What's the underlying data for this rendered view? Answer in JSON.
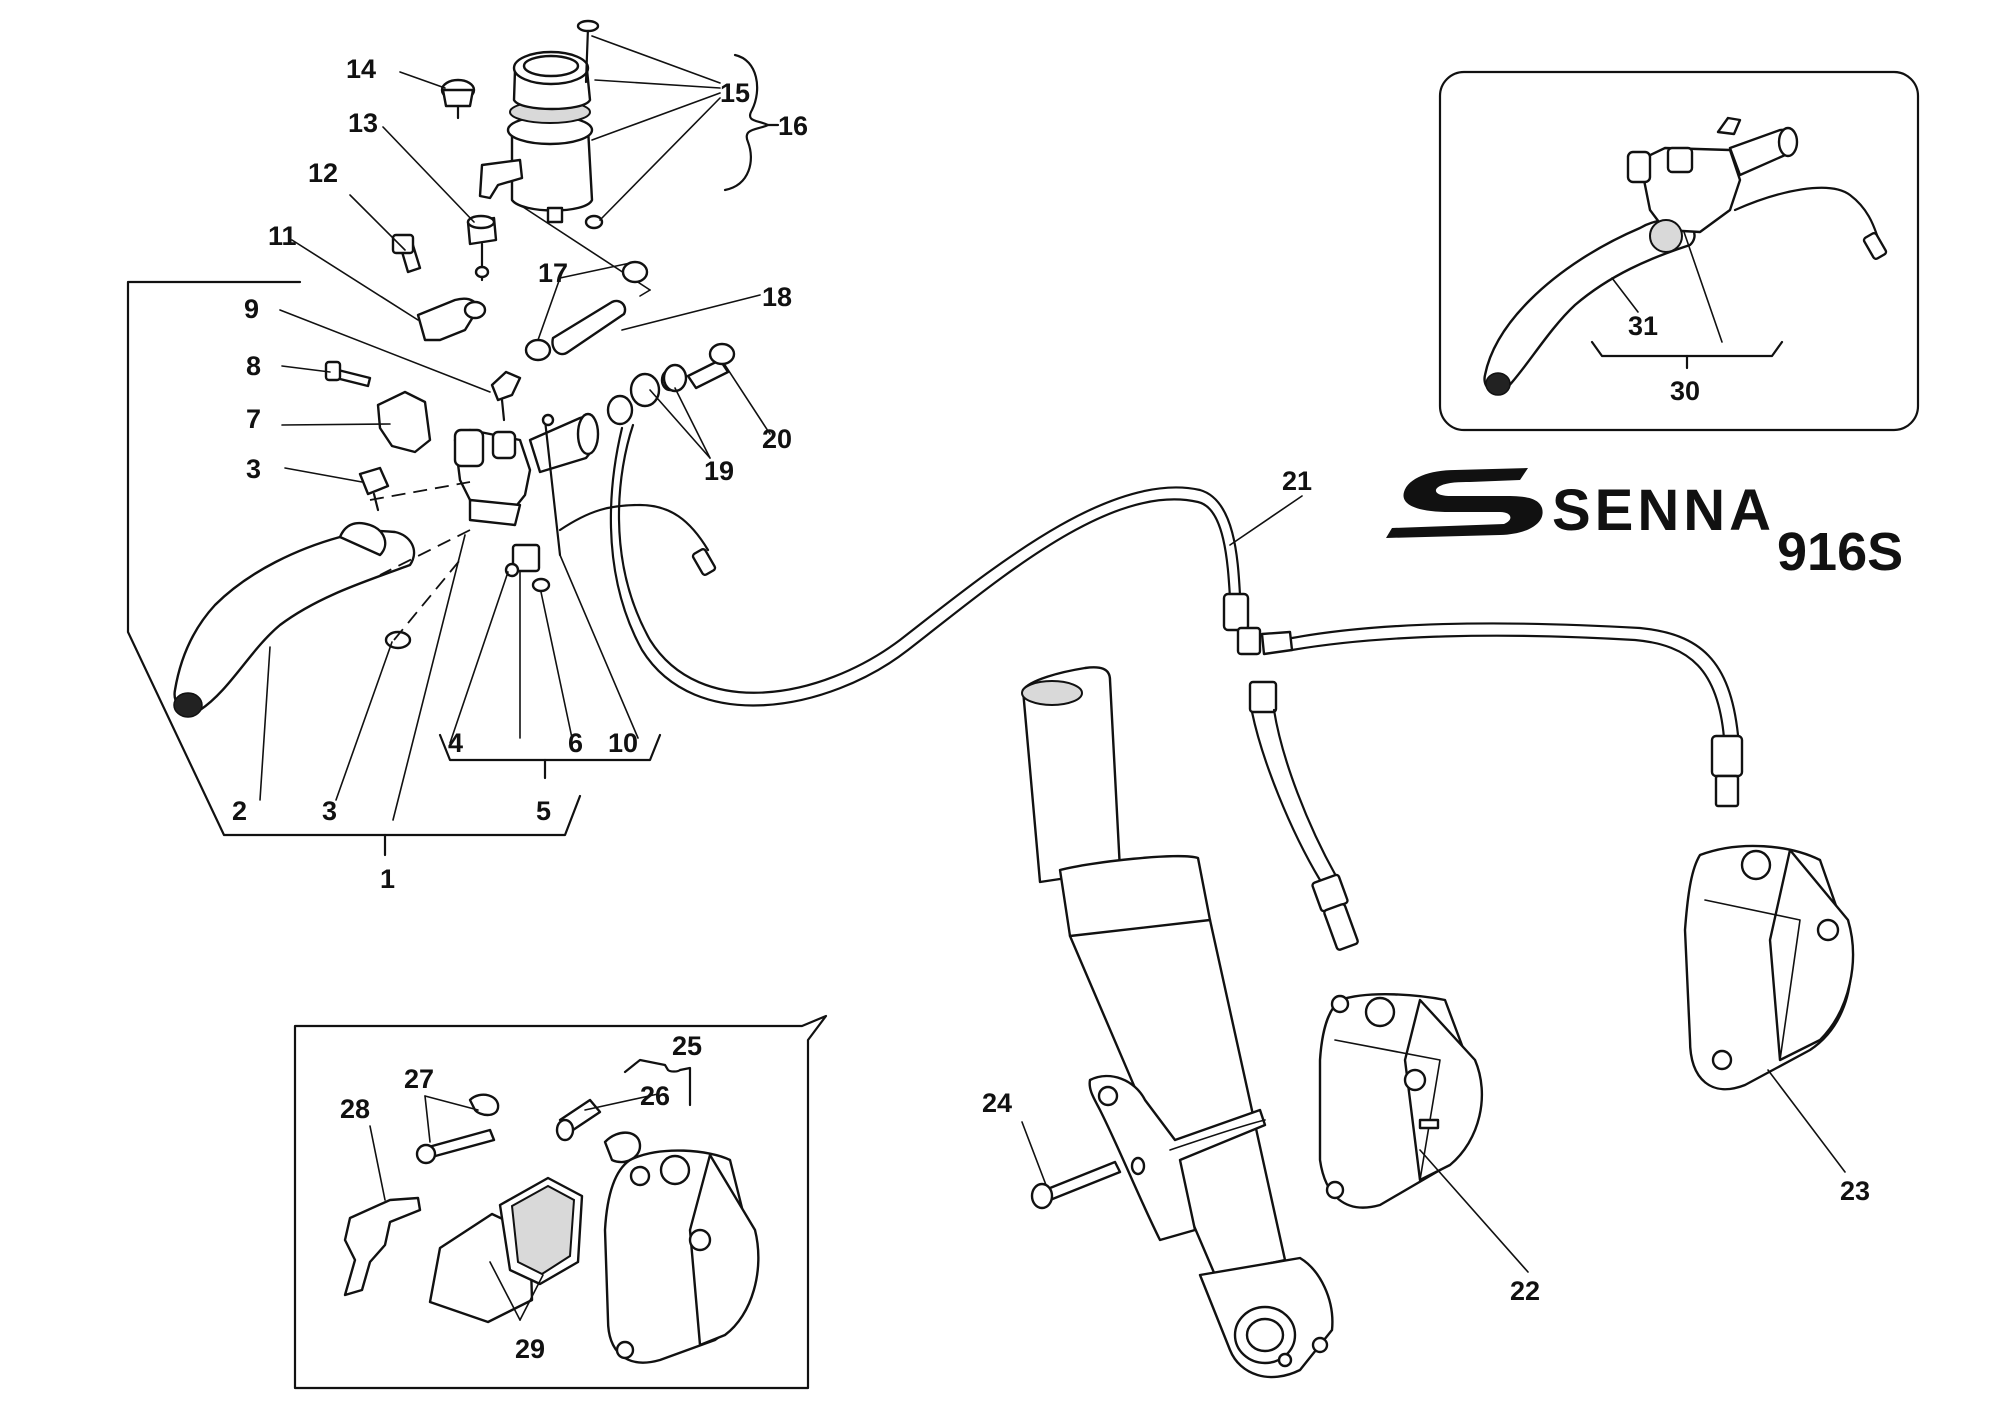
{
  "brand": {
    "logo_text": "SENNA",
    "model": "916S"
  },
  "callouts": {
    "c1": "1",
    "c2": "2",
    "c3a": "3",
    "c3b": "3",
    "c4": "4",
    "c5": "5",
    "c6": "6",
    "c7": "7",
    "c8": "8",
    "c9": "9",
    "c10": "10",
    "c11": "11",
    "c12": "12",
    "c13": "13",
    "c14": "14",
    "c15": "15",
    "c16": "16",
    "c17": "17",
    "c18": "18",
    "c19": "19",
    "c20": "20",
    "c21": "21",
    "c22": "22",
    "c23": "23",
    "c24": "24",
    "c25": "25",
    "c26": "26",
    "c27": "27",
    "c28": "28",
    "c29": "29",
    "c30": "30",
    "c31": "31"
  }
}
